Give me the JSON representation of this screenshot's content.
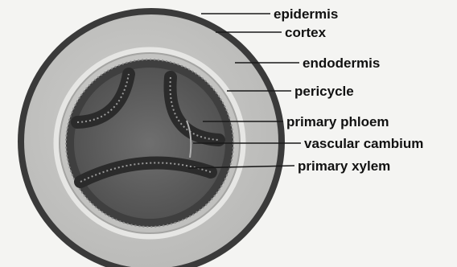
{
  "diagram": {
    "labels": [
      {
        "id": "epidermis",
        "text": "epidermis"
      },
      {
        "id": "cortex",
        "text": "cortex"
      },
      {
        "id": "endodermis",
        "text": "endodermis"
      },
      {
        "id": "pericycle",
        "text": "pericycle"
      },
      {
        "id": "primary-phloem",
        "text": "primary phloem"
      },
      {
        "id": "vascular-cambium",
        "text": "vascular cambium"
      },
      {
        "id": "primary-xylem",
        "text": "primary xylem"
      }
    ]
  }
}
